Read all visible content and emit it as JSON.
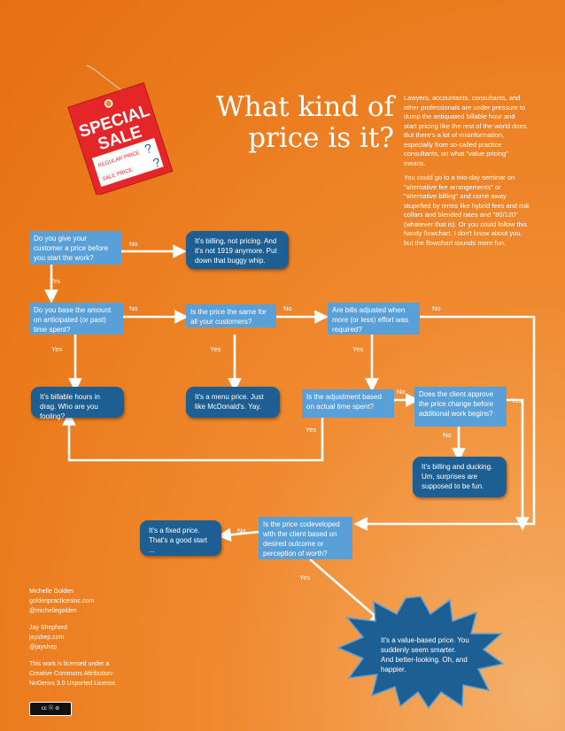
{
  "title": {
    "line1": "What kind of",
    "line2": "price is it?"
  },
  "intro": {
    "p1": "Lawyers, accountants, consultants, and other professionals are under pressure to dump the antiquated billable hour and start pricing like the rest of the world does. But there's a lot of misinformation, especially from so-called practice consultants, on what \"value pricing\" means.",
    "p2": "You could go to a two-day seminar on \"alternative fee arrangements\" or \"alternative billing\" and come away stupefied by terms like hybrid fees and risk collars and blended rates and \"80/120\" (whatever that is). Or you could follow this handy flowchart. I don't know about you, but the flowchart sounds more fun."
  },
  "tag": {
    "line1": "SPECIAL",
    "line2": "SALE",
    "regular": "REGULAR PRICE",
    "sale": "SALE PRICE",
    "mark": "?"
  },
  "nodes": {
    "q1": "Do you give your customer a price before you start the work?",
    "a1": "It's billing, not pricing. And it's not 1919 anymore. Put down that buggy whip.",
    "q2": "Do you base the amount on anticipated (or past) time spent?",
    "q3": "Is the price the same for all your customers?",
    "q4": "Are bills adjusted when more (or less) effort was required?",
    "a2": "It's billable hours in drag. Who are you fooling?",
    "a3": "It's a menu price. Just like McDonald's. Yay.",
    "q5": "Is the adjustment based on actual time spent?",
    "q6": "Does the client approve the price change before additional work begins?",
    "a4": "It's billing and ducking. Um, surprises are supposed to be fun.",
    "q7": "Is the price codeveloped with the client based on desired outcome or perception of worth?",
    "a5": "It's a fixed price. That's a good start ...",
    "a6": "It's a value-based price. You suddenly seem smarter. And better-looking. Oh, and happier."
  },
  "labels": {
    "no": "No",
    "yes": "Yes"
  },
  "credits": {
    "name1": "Michelle Golden",
    "site1": "goldenpracticesinc.com",
    "handle1": "@michellegolden",
    "name2": "Jay Shepherd",
    "site2": "jayshep.com",
    "handle2": "@jayshep",
    "license": "This work is licensed under a Creative Commons Attribution-NoDerivs 3.0 Unported License.",
    "badge": "cc ⓑ ⊜"
  }
}
